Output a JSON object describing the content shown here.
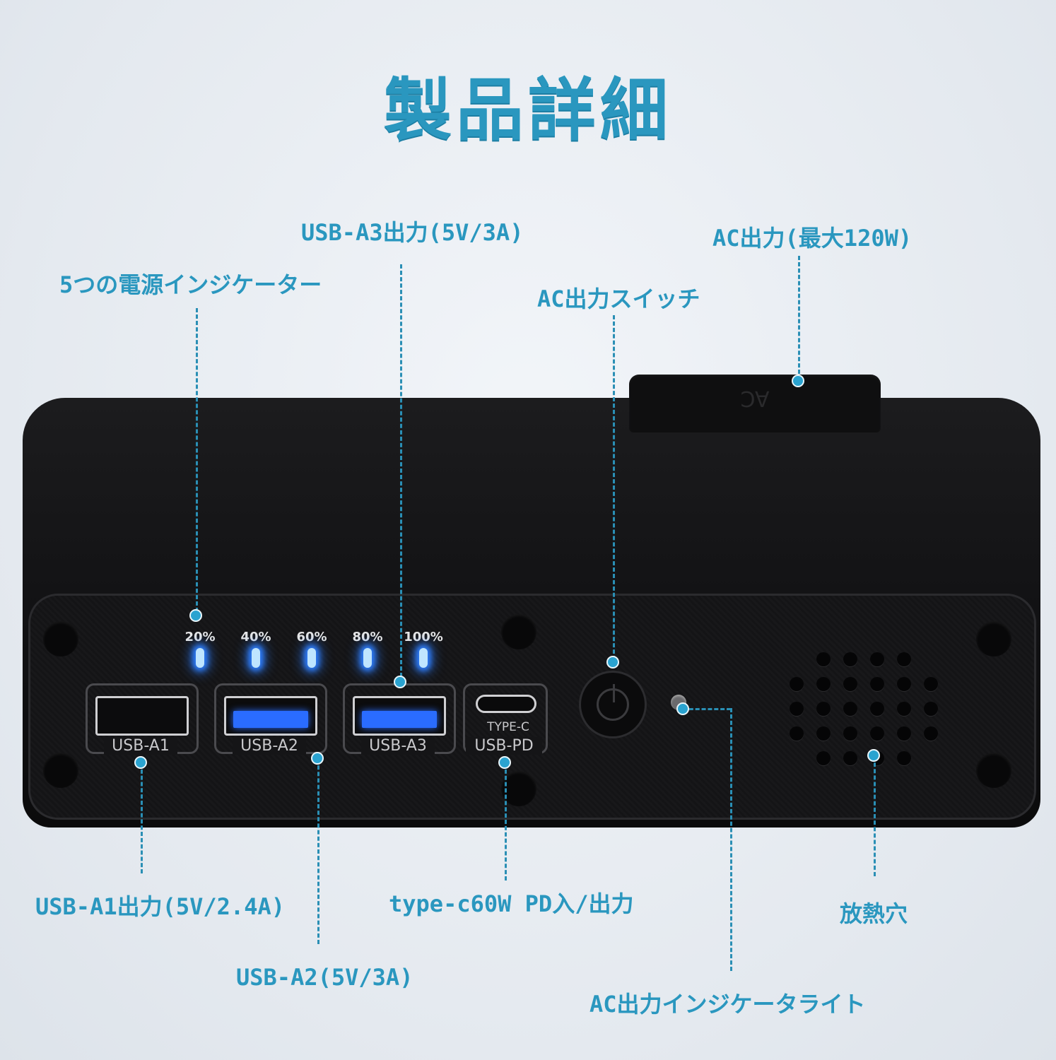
{
  "title": "製品詳細",
  "callouts": {
    "indicator": "5つの電源インジケーター",
    "usb_a3": "USB-A3出力(5V/3A)",
    "ac_switch": "AC出力スイッチ",
    "ac_output": "AC出力(最大120W)",
    "usb_a1": "USB-A1出力(5V/2.4A)",
    "usb_a2": "USB-A2(5V/3A)",
    "typec": "type-c60W PD入/出力",
    "ac_indicator_light": "AC出力インジケータライト",
    "vent": "放熱穴"
  },
  "device": {
    "lid_label": "AC",
    "battery_levels": [
      "20%",
      "40%",
      "60%",
      "80%",
      "100%"
    ],
    "ports": {
      "usb_a1": "USB-A1",
      "usb_a2": "USB-A2",
      "usb_a3": "USB-A3",
      "typec_top": "TYPE-C",
      "typec_bottom": "USB-PD"
    }
  },
  "colors": {
    "accent": "#2a97bf",
    "led": "#2f7fff",
    "device": "#151517"
  }
}
